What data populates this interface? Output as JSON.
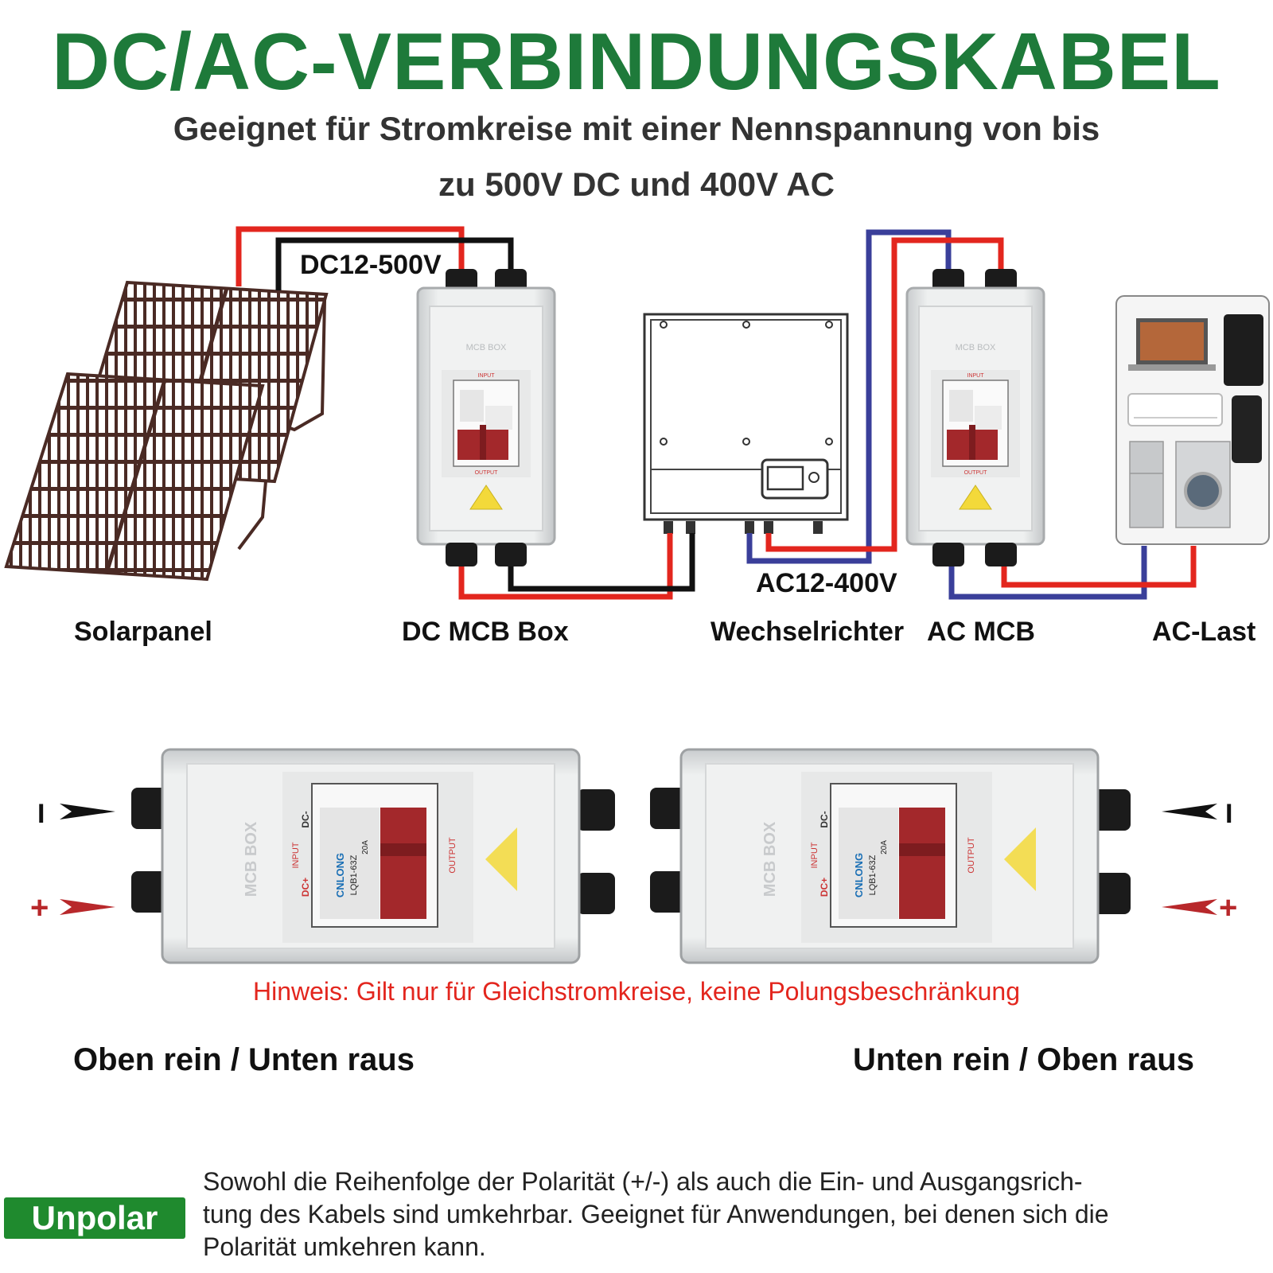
{
  "title": "DC/AC-VERBINDUNGSKABEL",
  "subtitle_line1": "Geeignet für Stromkreise mit einer Nennspannung von bis",
  "subtitle_line2": "zu 500V DC und 400V AC",
  "diagram": {
    "dc_voltage": "DC12-500V",
    "ac_voltage": "AC12-400V",
    "labels": {
      "solar": "Solarpanel",
      "dc_box": "DC MCB Box",
      "inverter": "Wechselrichter",
      "ac_mcb": "AC MCB",
      "ac_load": "AC-Last"
    },
    "box_print": {
      "mcb_box": "MCB BOX",
      "input": "INPUT",
      "output": "OUTPUT",
      "dc_plus": "DC+",
      "dc_minus": "DC-",
      "brand": "CNLONG",
      "model": "LQB1-63Z",
      "rating": "20A"
    }
  },
  "wiring": {
    "minus_sign": "I",
    "plus_sign": "+",
    "note": "Hinweis: Gilt nur für Gleichstromkreise, keine Polungsbeschränkung",
    "mode_left": "Oben rein / Unten raus",
    "mode_right": "Unten rein / Oben raus"
  },
  "unpolar": {
    "badge": "Unpolar",
    "line1": "Sowohl die Reihenfolge der Polarität (+/-) als auch die Ein- und Ausgangsrich-",
    "line2": "tung des Kabels sind umkehrbar. Geeignet für Anwendungen, bei denen sich die",
    "line3": "Polarität umkehren kann."
  },
  "colors": {
    "title_green": "#1e7a3a",
    "badge_green": "#1f8a2e",
    "wire_red": "#e3261e",
    "wire_black": "#111111",
    "wire_blue": "#3a3f9a",
    "breaker_red": "#a3282b",
    "note_red": "#e3261e"
  }
}
